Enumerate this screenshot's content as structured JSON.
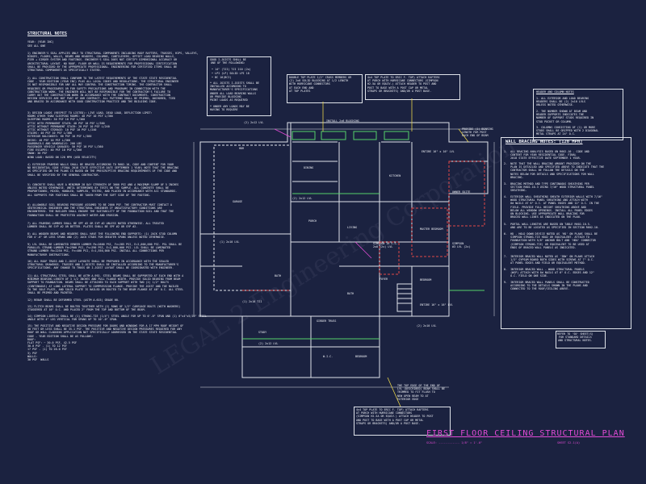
{
  "left_notes": {
    "heading": "STRUCTURAL NOTES",
    "subheading": "YEAR: (YEAR INC)",
    "date": "SEE ALL ONE",
    "paragraphs": [
      "1) ENGINEER'S SEAL APPLIES ONLY TO STRUCTURAL COMPONENTS INCLUDING ROOF RAFTERS, TRUSSES, HIPS, VALLEYS,\nRIDGES, FLOORS, WALLS, BEAMS AND HEADERS, COLUMNS, CANTILEVERS, OFFSET LOAD BEARING WALLS,\nPIER + GIRDER SYSTEM AND FOOTINGS. ENGINEER'S SEAL DOES NOT CERTIFY DIMENSIONAL ACCURACY OR\nARCHITECTURAL LAYOUT. NO ROOF, FLOOR OR WALL IS REQUIREMENTS FOR PROFESSIONAL CERTIFICATION\nSHALL BE PROVIDED BY THE APPROPRIATE PROFESSIONAL. ENGINEERING FOR CERTIFIED ITEMS SHALL BE\nSTRUCTURAL COMPONENTS AS SPECIFICALLY STATED.",
      "2) ALL CONSTRUCTION SHALL CONFORM TO THE LATEST REQUIREMENTS OF THE STATE STATE RESIDENTIAL\nCODE - YEAR EDITION (YEAR INC) PLUS ALL LOCAL CODES AND REGULATIONS. THE STRUCTURAL ENGINEER\nIS NOT RESPONSIBLE FOR ANY ALL MAY CONTROL THE CONSTRUCTION TIMING. THE CONTRACTOR SHALL\nREQUIRES OR PROCEDURES OR FOR SAFETY PRECAUTIONS AND PROGRAMS IN CONNECTION WITH THE\nCONSTRUCTION WORK. THE ENGINEER WILL NOT BE RESPONSIBLE FOR THE CONTRACTOR'S FAILURE TO\nCARRY OUT THE CONSTRUCTION WORK IN ACCORDANCE WITH THE CONTRACT DOCUMENTS. CONSTRUCTION\nREVIEW SERVICES ARE NOT PART OF OUR CONTRACT. ALL PATTERNS SHALL BE PRIMED, ANCHORED, TIED\nAND BRACED IN ACCORDANCE WITH GOOD CONSTRUCTION PRACTICE AND THE BUILDING CODE.",
      "3) DESIGN LOADS (RESPECT TO LISTED): LIVE LOAD, DEAD LOAD, DEFLECTION LIMIT:\nROOMS OTHER THAN SLEEPING ROOMS: 40 PSF 10 PSF L/360\nSLEEPING ROOMS: 30 PSF 10 PSF L/360\nATTIC WITH PERMANENT STAIR: 40 PSF 10 PSF L/360\nATTIC WITHOUT PERMANENT STAIR: 20 PSF 10 PSF L/240\nATTIC WITHOUT STORAGE: 10 PSF 10 PSF L/240\nSTAIRS: 40 PSF 10 PSF L/360\nEXTERIOR BALCONIES: 60 PSF 10 PSF L/360\nDECKS: 40 PSF 10 PSF L/360\nGUARDRAILS AND HANDRAILS: 200 LBS\nPASSENGER VEHICLE GARAGES: 50 PSF 10 PSF L/360\nFIRE ESCAPES: 40 PSF 10 PSF L/360\nSNOW: 30 PSF\nWIND LOAD: BASED ON 120 MPH (ASD VELOCITY)",
      "4) EXTERIOR FRAMING WALLS SHALL BE BRACED ACCORDING TO R602.10, CODE AND CONTENT FOR YOUR\nNO RESIDENTIAL CODE (FINAL 2018 STATE EFFECTIVE DATE SEPTEMBER 1 YEAR) NOTE THAT THE BRACING\nAS SPECIFIED ON THE PLANS IS BASED ON THE PRESCRIPTIVE BRACING REQUIREMENTS OF THE CODE AND\nSHALL BE VERIFIED BY THE GENERAL CONTRACTOR.",
      "5) CONCRETE SHALL HAVE A MINIMUM 28 DAY STRENGTH OF 3000 PSI AND A MAXIMUM SLUMP OF 5 INCHES\nUNLESS NOTED OTHERWISE. UNTIL DETERMINED BY TESTS ON THE SAMPLE. ALL CONCRETE SHALL BE\nPROPORTIONED, MIXED, HANDLED, SAMPLED, TESTED, AND PLACED IN ACCORDANCE WITH ACI STANDARDS.\nALL SUPPORTS FOR FOOTINGS SHALL BE TAKEN FROM THE SOFT SIDE OF THE FOOTING.",
      "6) ALLOWABLE SOIL BEARING PRESSURE ASSUMED TO BE 2000 PSF. THE CONTRACTOR MUST CONTACT A\nGEOTECHNICAL ENGINEER AND THE STRUCTURAL ENGINEER IF UNSATISFACTORY CONDITIONS ARE\nENCOUNTERED. THE BUILDER SHALL ENSURE THE SUITABILITY OF THE FOUNDATION SOIL AND THAT THE\nFOUNDATION SHALL BE PROTECTED AGAINST WATER AND EROSION.",
      "7) ALL FRAMING LUMBER SHALL BE SPF #2 OR SYP #2 UNLESS NOTED OTHERWISE. ALL TREATED\nLUMBER SHALL BE SYP #2 OR BETTER. PLATES SHALL BE SPF #2 OR SYP #2.",
      "8) ALL WOODEN BEAMS AND HEADERS SHALL HAVE THE FOLLOWING END SUPPORTS: (1) JACK STUD COLUMN\nFOR 4'-0\" OR LESS SPANS AND (2) JACK STUDS FOR GREATER SPANS UNLESS NOTED OTHERWISE.",
      "9) LVL SHALL BE LAMINATED VENEER LUMBER Fb=2600 PSI, Fv=285 PSI, E=2,000,000 PSI. PSL SHALL BE\nPARALLEL STRAND LUMBER Fb=2900 PSI, Fv=290 PSI, E=2,000,000 PSI. LSL SHALL BE LAMINATED\nSTRAND LUMBER Fb=2250 PSI, Fv=400 PSI, E=1,550,000 PSI. INSTALL ALL CONNECTIONS PER\nMANUFACTURER INSTRUCTIONS.",
      "10) ALL ROOF TRUSS AND I-JOIST LAYOUTS SHALL BE PREPARED IN ACCORDANCE WITH THE SEALED\nSTRUCTURAL DRAWINGS. TRUSSES AND I-JOISTS SHALL BE INSTALLED ACCORDING TO THE MANUFACTURER'S\nSPECIFICATIONS. ANY CHANGE TO TRUSS OR I-JOIST LAYOUT SHALL BE COORDINATED WITH ENGINEER.",
      "11) ALL STRUCTURAL STEEL SHALL BE ASTM A-992. STEEL BEAMS SHALL BE SUPPORTED AT EACH END WITH A\nMINIMUM BEARING LENGTH OF 3 1/2 INCHES AND FULL FLANGE WIDTH. PROVIDE SOLID BEARING FROM BEAM\nSUPPORT TO FOUNDATION. BEAMS SHALL BE ATTACHED TO EACH SUPPORT WITH TWO (2) 1/2\" BOLTS\n(CONTINUOUS) AT LONG LATERAL SUPPORT TO COMPRESSION FLANGE. PROVIDE THE JOIST AND TOE NAILED\nTO THE SOLE PLATE, AND SOLID PLATE IS NAILED OR BOLTED TO THE BEAM FLANGE AT 48\" O.C. ALL STEEL\nSHALL BE PRIMED AND PAINTED.",
      "12) REBAR SHALL BE DEFORMED STEEL (ASTM A-615) GRADE 60.",
      "13) FLITCH BEAMS SHALL BE BOLTED TOGETHER WITH (2) ROWS OF 1/2\" CARRIAGE BOLTS (WITH WASHERS)\nSTAGGERED AT 16\" O.C. AND PLACED 2\" FROM THE TOP AND BOTTOM OF THE BEAM.",
      "14) SIMPSON LINTELS SHALL BE (1) STRONG-TIE (1/4\") STEEL ANGLE FOR UP TO 6'-0\" SPAN AND (1) 6\"x4\"x5/16\" STEEL\nANGLE WITH 4\" LEG VERTICAL FOR SPANS UP TO 10'-0\" SPAN.",
      "15) THE POSITIVE AND NEGATIVE DESIGN PRESSURE FOR DOORS AND WINDOWS FOR A 17 MPH ROOF HEIGHT OF\n30 FEET OR LESS SHALL BE 35.1 PSF. THE POSITIVE AND NEGATIVE DESIGN PRESSURES REQUIRED FOR ANY\nROOF OR WALL CLADDING APPLICATION NOT SPECIFICALLY ADDRESSED IN THE STATE STATE RESIDENTIAL\nCODE - YEAR EDITION SHALL BE AS FOLLOWS:\nROOF:\nFLAT PSF: ~ 30.0 PSF, 42.5 PSF\n30.0 PSF - (1) TO 12 PSF\n17 PSF - (1) TO 26.0 PSF\n3) PSF\nWALLS:\n30 PSF  WALLS"
    ]
  },
  "joist_box": {
    "title": "GOOD I-JOISTS SHALL BE\nONE OF THE FOLLOWING:",
    "lines": [
      "• 14\" (TJI) TJI 210 (2x)",
      "• LPI (LP) SOLID LPI 18",
      "• BC 16(BCI)"
    ],
    "note": "* ALL JOISTS I-JOISTS SHALL BE\nINSTALLED ACCORDING TO\nMANUFACTURER'S SPECIFICATIONS\nUNDER ALL LOAD BEARING WALLS\nOR PROVIDE BLOCKING\nPOINT LOADS AS REQUIRED",
    "note2": "* UNDER ANY LOADS MAY BE\nHAVING TO REQUIRE"
  },
  "top_callout": "DOUBLE TOP PLATE 1/2\" CROSS MEMBERS OR\n(2) 2x6 SOLID BLOCKING AT 1/2 LENGTH\nWITH HURRICANE CONNECTORS\nAT EACH END AND\nAT TOP PLATES",
  "top_callout2": "4x4 TOP PLATE TO ERIC F. TOP) ATTACH RAFTERS\nAT PORCH WITH HURRICANE CONNECTORS (SIMPSON\nH2.5A OR EQUIV.) ATTACH HEADER TO POST AND\nPOST TO BASE WITH A POST CAP OR METAL\nSTRAPS OR BRACKETS) AND/OR A POST BASE.",
  "bottom_callout": "4x4 TOP PLATE TO ERIC F. TOP) ATTACH RAFTERS\nAT PORCH WITH HURRICANE CONNECTORS\n(SIMPSON H2.5A OR EQUIV.) ATTACH HEADER TO POST\nAND POST TO BASE WITH A POST CAP OR METAL\nSTRAPS OR BRACKETS) AND/OR A POST BASE.",
  "bottom_callout2": "THE TOP EDGE OF THE END OF\nLVL (DESCRIBED) BEAM SHALL BE\nTRIMMED TO FIT FLUSH TO\nNEW OPEN BEAM TO AT\nEXTERIOR EDGE",
  "header_notes": {
    "heading": "HEADER AND COLUMN NOTES",
    "items": [
      "1. ALL EXTERIOR AND LOAD BEARING\nHEADERS SHALL BE (2) 2x10 LVLS\nUNLESS NOTED OTHERWISE.",
      "2. THE NUMBER SHOWN AT BEAM AND\nHEADER SUPPORTS INDICATES THE\nNUMBER OF SUPPORT STUDS REQUIRED IN\nSTUD POCKET OR COLUMN.",
      "3. COLUMNS CONSISTING OF (1) OR MORE\nSTUDS SHALL BE GRIPPED WITH 2 DIAGONAL\nMETAL STRAPS AT 24\" O.C."
    ]
  },
  "wall_bracing": {
    "heading": "WALL BRACING NOTES: (120 MPH)",
    "items": [
      "1.  ALL BRACING ANALYSIS BASED ON R602.10 - CODE AND\n    CONTENT FOR YEAR RESIDENTIAL CODE. FINAL\n    2018 STATE EFFECTIVE DATE SEPTEMBER 1 YEAR.",
      "2.  NOTE THAT THE WALL BRACING AMOUNT PROVIDED ON THE\n    PLAN IS DETAILED AND SPECIFIED ABOVE TO INDICATE THAT THE\n    CONTRACTOR SHALL BE FOLLOW THE DETAILS ON THE\n    NOTES BELOW FOR DETAILS AND SPECIFICATIONS FOR WALL\n    BRACING.",
      "3.  BRACING METHOD AND TYPE CONTINUOUS SHEATHING PER\n    SECTION R602.10.3 USING 7/16\" WOOD STRUCTURAL PANEL\n    SHEATHING.",
      "4.  EXTERIOR WALL SHEATHING SHEATH EXTERIOR WALLS WITH 7/16\"\n    WOOD STRUCTURAL PANEL SHEATHING AND ATTACH WITH\n    8d NAILS AT 6\" O.C. AT PANEL EDGES AND 12\" O.C. IN THE\n    FIELD. PROVIDE FULL HEIGHT SHEATHING ABOVE AND\n    BELOW ALL WINDOW OPENINGS. INSTALL ALL PANEL EDGES\n    ON BLOCKING. USE APPROPRIATE WALL BRACING FOR\n    BRACED WALL LINES AS INDICATED ON THE PLAN.",
      "5.  PORTAL WALL LENGTHS ARE BASED ON TABLE R602.10.5.\n    AND ARE TO BE LOCATED AS SPECIFIED IN SECTION R602.10.",
      "6.  HD - HOLD DOWN DEVICE NOTED AS 'HD' ON PLANS SHALL BE\n    SIMPSON STRONG-TIE HDU2 OR EQUIVALENT. ATTACH TO\n    FOUNDATION WITH 5/8\" ANCHOR BOLT AND 'HDU' CONNECTOR\n    (SIMPSON STRONG-TIE) OR EQUIVALENT TO BE USED AT\n    ENDS OF BRACED WALL PANELS AS INDICATED.",
      "7.  INTERIOR BRACED WALL NOTED AS 'IBW' ON PLANS ATTACH\n    1/2\" GYPSUM BOARD BOTH SIDES WITH SCREWS AT 7\" O.C.\n    AT PANEL EDGES AND FIELD OR EQUIVALENT METHOD.",
      "8.  INTERIOR BRACED WALL - WOOD STRUCTURAL PANELS\n    (WSP) ATTACH WITH 8d NAILS AT 6\" O.C. EDGES AND 12\"\n    O.C. FIELD ON ONE SIDE.",
      "9.  INTERIOR BRACED WALL PANELS SHALL BE CONSTRUCTED\n    ACCORDING TO THE DETAILS SHOWN IN THE PLANS AND\n    CONNECTED TO THE ROOF/CEILING ABOVE."
    ]
  },
  "refer_box": "REFER TO 'S0' SHEET(S)\nFOR STANDARD DETAILS\nAND STRUCTURAL NOTES.",
  "plan_labels": [
    {
      "id": "l1",
      "text": "(2) 2x12 LVL"
    },
    {
      "id": "l2",
      "text": "GARAGE"
    },
    {
      "id": "l3",
      "text": "PORCH"
    },
    {
      "id": "l4",
      "text": "LIVING"
    },
    {
      "id": "l5",
      "text": "KITCHEN"
    },
    {
      "id": "l6",
      "text": "DINING"
    },
    {
      "id": "l7",
      "text": "MASTER BEDROOM"
    },
    {
      "id": "l8",
      "text": "OWNER SUITE"
    },
    {
      "id": "l9",
      "text": "BATH"
    },
    {
      "id": "l10",
      "text": "FOYER"
    },
    {
      "id": "l11",
      "text": "STUDY"
    },
    {
      "id": "l12",
      "text": "W.I.C."
    },
    {
      "id": "l13",
      "text": "(1) 2x10 LVL"
    },
    {
      "id": "l14",
      "text": "INSTALL 2x6 BLOCKING"
    },
    {
      "id": "l15",
      "text": "ENTIRE 16\" x 16\" LVL"
    },
    {
      "id": "l16",
      "text": "(2) 2x12 LVL"
    },
    {
      "id": "l17",
      "text": "SIMPSON 16 S.S.\n2x8 (2x) LVL"
    },
    {
      "id": "l18",
      "text": "(1) 2x10 TJI"
    },
    {
      "id": "l19",
      "text": "GIRDER TRUSS"
    },
    {
      "id": "l20",
      "text": "(2) 2x12 LVL"
    },
    {
      "id": "l21",
      "text": "HDR"
    },
    {
      "id": "l22",
      "text": "ENTIRE 16\" x 16\" LVL"
    },
    {
      "id": "l23",
      "text": "BATH"
    },
    {
      "id": "l24",
      "text": "BEDROOM"
    },
    {
      "id": "l25",
      "text": "BEDROOM"
    },
    {
      "id": "l26",
      "text": "SIMPSON\n#3 LVL (2x)"
    },
    {
      "id": "l27",
      "text": "(2) 2x10 LVL"
    },
    {
      "id": "l28",
      "text": "PROVIDE (1) BEARING\nLENGTH FOR POST\nEACH END OF BEAM"
    }
  ],
  "title": {
    "main": "FIRST FLOOR CEILING STRUCTURAL PLAN",
    "scale": "SCALE: ------------  1/8\" = 1'-0\"",
    "sheet": "SHEET S2.1(A)"
  },
  "watermark": "LEGAL 2 Engineering Corporation\nMay Ipsum Dolor",
  "colors": {
    "background": "#1b2240",
    "linework": "#dfe3ea",
    "accent_green": "#56d36a",
    "accent_red": "#e24848",
    "accent_magenta": "#e24bd6",
    "accent_yellow": "#e6d34a"
  }
}
